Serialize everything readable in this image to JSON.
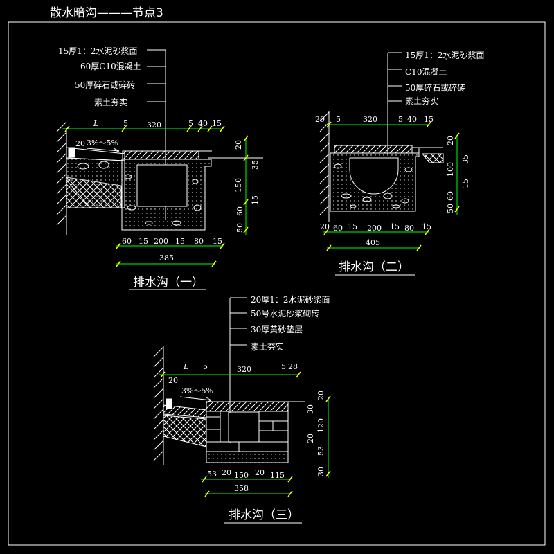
{
  "drawing": {
    "title": "散水暗沟———节点3",
    "colors": {
      "background": "#000000",
      "line": "#ffffff",
      "dimension": "#00ff00",
      "tick": "#ffff00"
    }
  },
  "detail_1": {
    "caption": "排水沟（一）",
    "layers": [
      "15厚1：2水泥砂浆面",
      "60厚C10混凝土",
      "50厚碎石或碎砖",
      "素土夯实"
    ],
    "slope": "3%～5%",
    "top_dims": [
      "L",
      "5",
      "320",
      "5",
      "40",
      "15"
    ],
    "left_dim": "20",
    "right_dims": [
      "20",
      "35",
      "150",
      "15",
      "60",
      "50"
    ],
    "bottom_dims": [
      "60",
      "15",
      "200",
      "15",
      "80",
      "15"
    ],
    "total": "385"
  },
  "detail_2": {
    "caption": "排水沟（二）",
    "layers": [
      "15厚1：2水泥砂浆面",
      "C10混凝土",
      "50厚碎石或碎砖",
      "素土夯实"
    ],
    "top_dims": [
      "20",
      "5",
      "320",
      "5",
      "40",
      "15"
    ],
    "right_dims": [
      "20",
      "35",
      "100",
      "15",
      "60",
      "50"
    ],
    "bottom_dims": [
      "20",
      "60",
      "15",
      "200",
      "15",
      "80",
      "15"
    ],
    "total": "405"
  },
  "detail_3": {
    "caption": "排水沟（三）",
    "layers": [
      "20厚1：2水泥砂浆面",
      "50号水泥砂浆砌砖",
      "30厚黄砂垫层",
      "素土夯实"
    ],
    "slope": "3%～5%",
    "top_dims": [
      "L",
      "5",
      "320",
      "5",
      "28"
    ],
    "left_dim": "20",
    "right_dims": [
      "20",
      "30",
      "120",
      "20",
      "53",
      "30"
    ],
    "bottom_dims": [
      "53",
      "20",
      "150",
      "20",
      "115"
    ],
    "total": "358"
  }
}
